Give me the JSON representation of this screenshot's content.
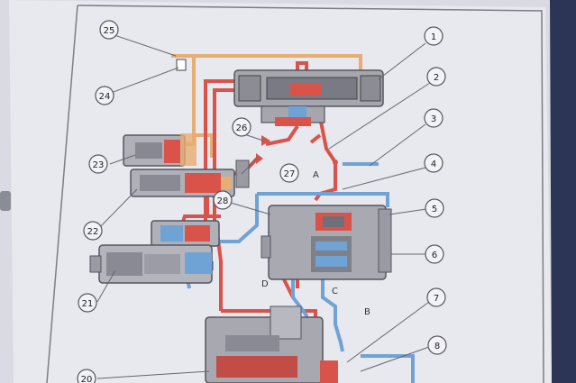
{
  "diagram": {
    "callouts": [
      {
        "id": "c1",
        "label": "1"
      },
      {
        "id": "c2",
        "label": "2"
      },
      {
        "id": "c3",
        "label": "3"
      },
      {
        "id": "c4",
        "label": "4"
      },
      {
        "id": "c5",
        "label": "5"
      },
      {
        "id": "c6",
        "label": "6"
      },
      {
        "id": "c7",
        "label": "7"
      },
      {
        "id": "c8",
        "label": "8"
      },
      {
        "id": "c20",
        "label": "20"
      },
      {
        "id": "c21",
        "label": "21"
      },
      {
        "id": "c22",
        "label": "22"
      },
      {
        "id": "c23",
        "label": "23"
      },
      {
        "id": "c24",
        "label": "24"
      },
      {
        "id": "c25",
        "label": "25"
      },
      {
        "id": "c26",
        "label": "26"
      },
      {
        "id": "c27",
        "label": "27"
      },
      {
        "id": "c28",
        "label": "28"
      }
    ],
    "line_letters": [
      "A",
      "B",
      "C",
      "D"
    ],
    "colors": {
      "pressure_red": "#d9534a",
      "return_blue": "#6fa3d6",
      "pilot_orange": "#e7ad72",
      "component_gray": "#9a9aa2",
      "paper": "#e8e8ef",
      "background": "#5a5f6a"
    }
  }
}
